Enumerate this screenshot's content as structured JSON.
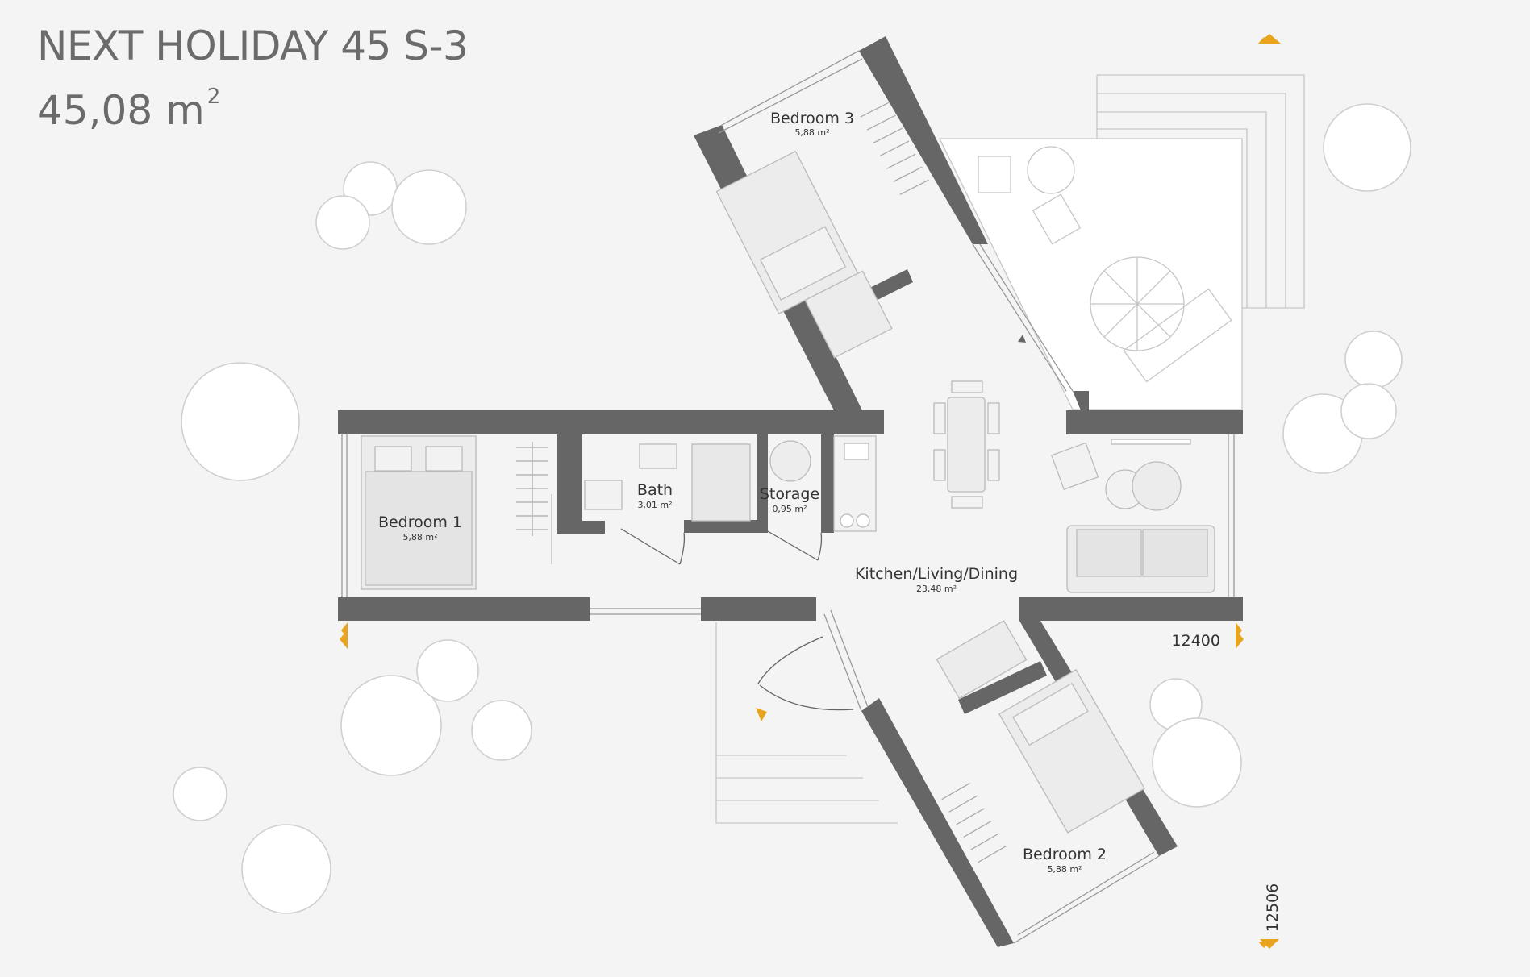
{
  "header": {
    "title": "NEXT HOLIDAY 45 S-3",
    "area_value": "45,08 m",
    "area_superscript": "2"
  },
  "rooms": {
    "bedroom1": {
      "name": "Bedroom 1",
      "area": "5,88 m²"
    },
    "bath": {
      "name": "Bath",
      "area": "3,01 m²"
    },
    "storage": {
      "name": "Storage",
      "area": "0,95 m²"
    },
    "kitchen": {
      "name": "Kitchen/Living/Dining",
      "area": "23,48 m²"
    },
    "bedroom2": {
      "name": "Bedroom 2",
      "area": "5,88 m²"
    },
    "bedroom3": {
      "name": "Bedroom 3",
      "area": "5,88 m²"
    }
  },
  "dimensions": {
    "width": "12400",
    "depth": "12506"
  },
  "colors": {
    "wall": "#666666",
    "accent": "#e8a41c",
    "line": "#bbbbbb",
    "furniture": "#e6e6e6"
  }
}
